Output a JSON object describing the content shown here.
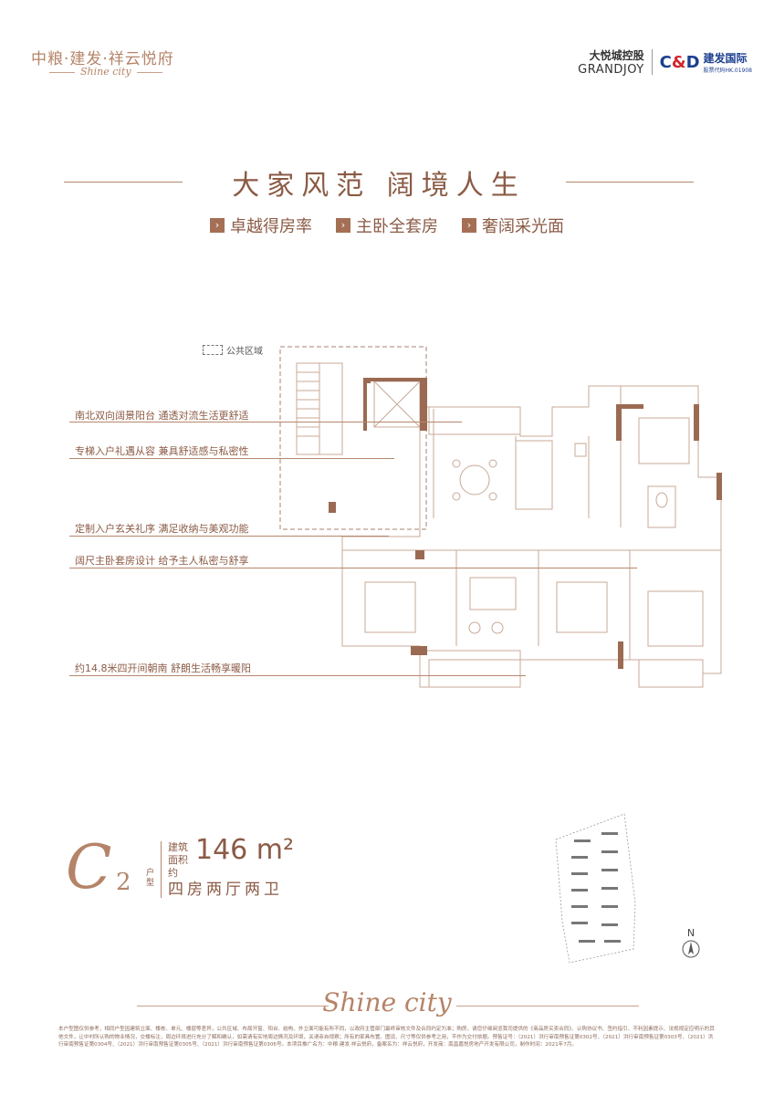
{
  "logo": {
    "main": "中粮·建发·祥云悦府",
    "sub": "Shine city"
  },
  "partners": {
    "dayue_cn": "大悦城控股",
    "dayue_en": "GRANDJOY",
    "cd_mark_c": "C",
    "cd_mark_amp": "&",
    "cd_mark_d": "D",
    "cd_cn": "建发国际",
    "cd_code": "股票代码HK.01908"
  },
  "headline": "大家风范 阔境人生",
  "features": [
    "卓越得房率",
    "主卧全套房",
    "奢阔采光面"
  ],
  "legend": "公共区域",
  "callouts": [
    "南北双向阔景阳台  通透对流生活更舒适",
    "专梯入户礼遇从容  兼具舒适感与私密性",
    "定制入户玄关礼序  满足收纳与美观功能",
    "阔尺主卧套房设计  给予主人私密与舒享",
    "约14.8米四开间朝南  舒朗生活畅享暖阳"
  ],
  "unit": {
    "letter": "C",
    "number": "2",
    "hx_label": "户型",
    "area_label": "建筑面积约",
    "area_value": "146 m²",
    "rooms": "四房两厅两卫"
  },
  "north": "N",
  "script": "Shine city",
  "disclaimer": "本户型图仅供参考，相同户型因建筑立面、楼栋、单元、楼层等差异，公共区域、布局开窗、阳台、结构、外立面可能有所不同，以政府主管部门最终审核文件及合同约定为准；购房，请您仔细阅览我司提供的《商品房买卖合同》、认购协议书、签约指引、不利因素提示、法规规定应明示的其他文件，让中村所认购的物业情况，交楼标注，周边环境进行充分了解和确认，如需请有实地周边情况及环境，关请亲自视察；所有的家具布置、图设、尺寸等仅供参考之用，不作为交付依据。预售证号：（2021）洪行审南预售证第0302号、（2021）洪行审南预售证第0303号、（2021）洪行审南预售证第0304号、（2021）洪行审南预售证第0305号、（2021）洪行审南预售证第0306号。本项目推广名为：中粮·建发·祥云悦府，备案名为：祥云悦府，开发商：南昌嘉悦房地产开发有限公司，制作时间：2021年7月。",
  "colors": {
    "accent": "#b07d62",
    "wall": "#9b6a52",
    "line": "#c8a897"
  }
}
